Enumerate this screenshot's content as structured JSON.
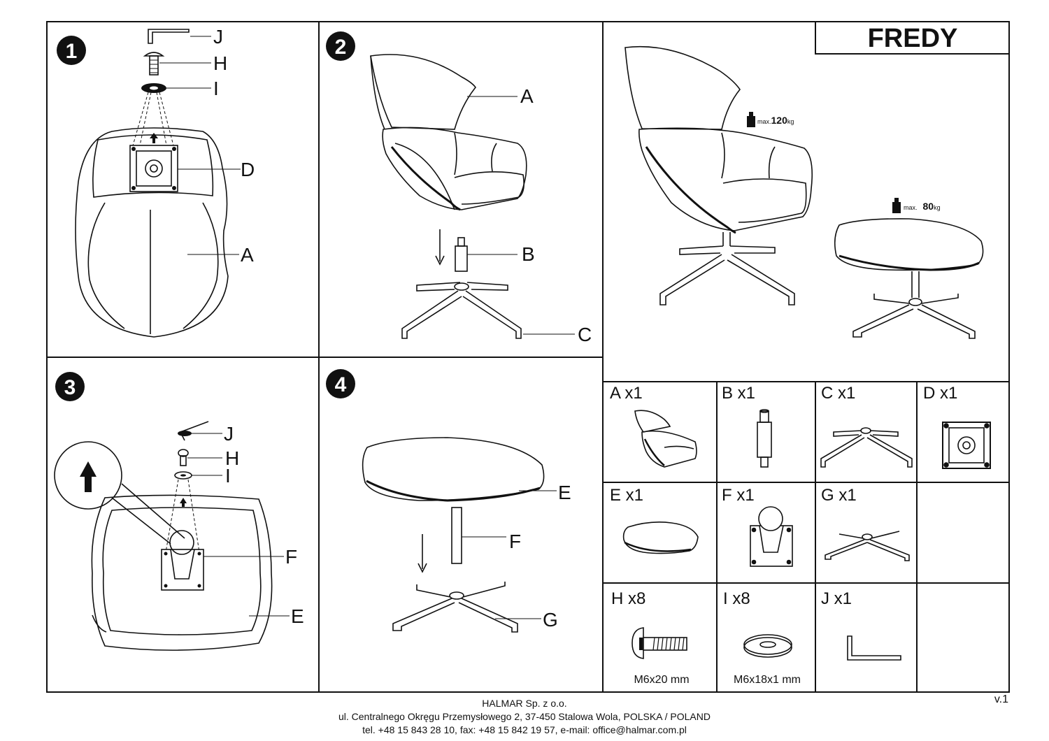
{
  "product": {
    "name": "FREDY"
  },
  "steps": [
    "1",
    "2",
    "3",
    "4"
  ],
  "callouts": {
    "step1": [
      "J",
      "H",
      "I",
      "D",
      "A"
    ],
    "step2": [
      "A",
      "B",
      "C"
    ],
    "step3": [
      "J",
      "H",
      "I",
      "F",
      "E"
    ],
    "step4": [
      "E",
      "F",
      "G"
    ]
  },
  "capacity": {
    "chair": {
      "prefix": "max.",
      "value": "120",
      "unit": "kg"
    },
    "ottoman": {
      "prefix": "max.",
      "value": "80",
      "unit": "kg"
    }
  },
  "parts": [
    {
      "label": "A x1"
    },
    {
      "label": "B x1"
    },
    {
      "label": "C x1"
    },
    {
      "label": "D x1"
    },
    {
      "label": "E x1"
    },
    {
      "label": "F x1"
    },
    {
      "label": "G x1"
    },
    {
      "label": "H x8",
      "size": "M6x20 mm"
    },
    {
      "label": "I x8",
      "size": "M6x18x1 mm"
    },
    {
      "label": "J x1"
    }
  ],
  "footer": {
    "company": "HALMAR Sp. z o.o.",
    "address": "ul. Centralnego Okręgu Przemysłowego 2, 37-450 Stalowa Wola, POLSKA / POLAND",
    "contact": "tel. +48 15 843 28 10, fax: +48 15 842 19 57, e-mail: office@halmar.com.pl",
    "version": "v.1"
  }
}
